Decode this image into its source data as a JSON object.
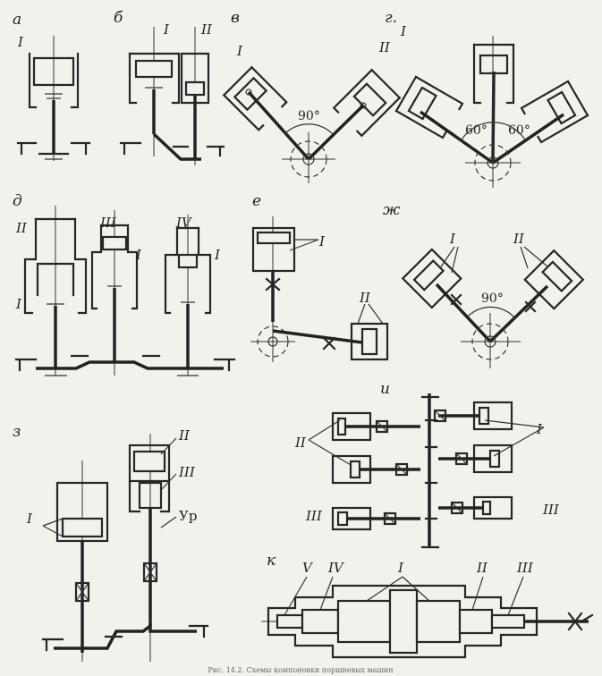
{
  "panels": {
    "a": {
      "letter": "а",
      "labels": [
        "I"
      ]
    },
    "b": {
      "letter": "б",
      "labels": [
        "I",
        "II"
      ]
    },
    "v": {
      "letter": "в",
      "labels": [
        "I",
        "II"
      ],
      "angle": "90°"
    },
    "g": {
      "letter": "г.",
      "labels": [
        "I"
      ],
      "angles": [
        "60°",
        "60°"
      ]
    },
    "d": {
      "letter": "д",
      "labels": [
        "II",
        "III",
        "IV",
        "I",
        "I",
        "I"
      ]
    },
    "e": {
      "letter": "е",
      "labels": [
        "I",
        "II"
      ]
    },
    "zh": {
      "letter": "ж",
      "labels": [
        "I",
        "II"
      ],
      "angle": "90°"
    },
    "z": {
      "letter": "з",
      "labels": [
        "I",
        "II",
        "III"
      ],
      "note": "Ур"
    },
    "i": {
      "letter": "и",
      "labels": [
        "II",
        "I",
        "III",
        "III"
      ]
    },
    "k": {
      "letter": "к",
      "labels": [
        "V",
        "IV",
        "I",
        "II",
        "III"
      ]
    }
  },
  "caption": "Рис. 14.2. Схемы компоновки поршневых машин"
}
